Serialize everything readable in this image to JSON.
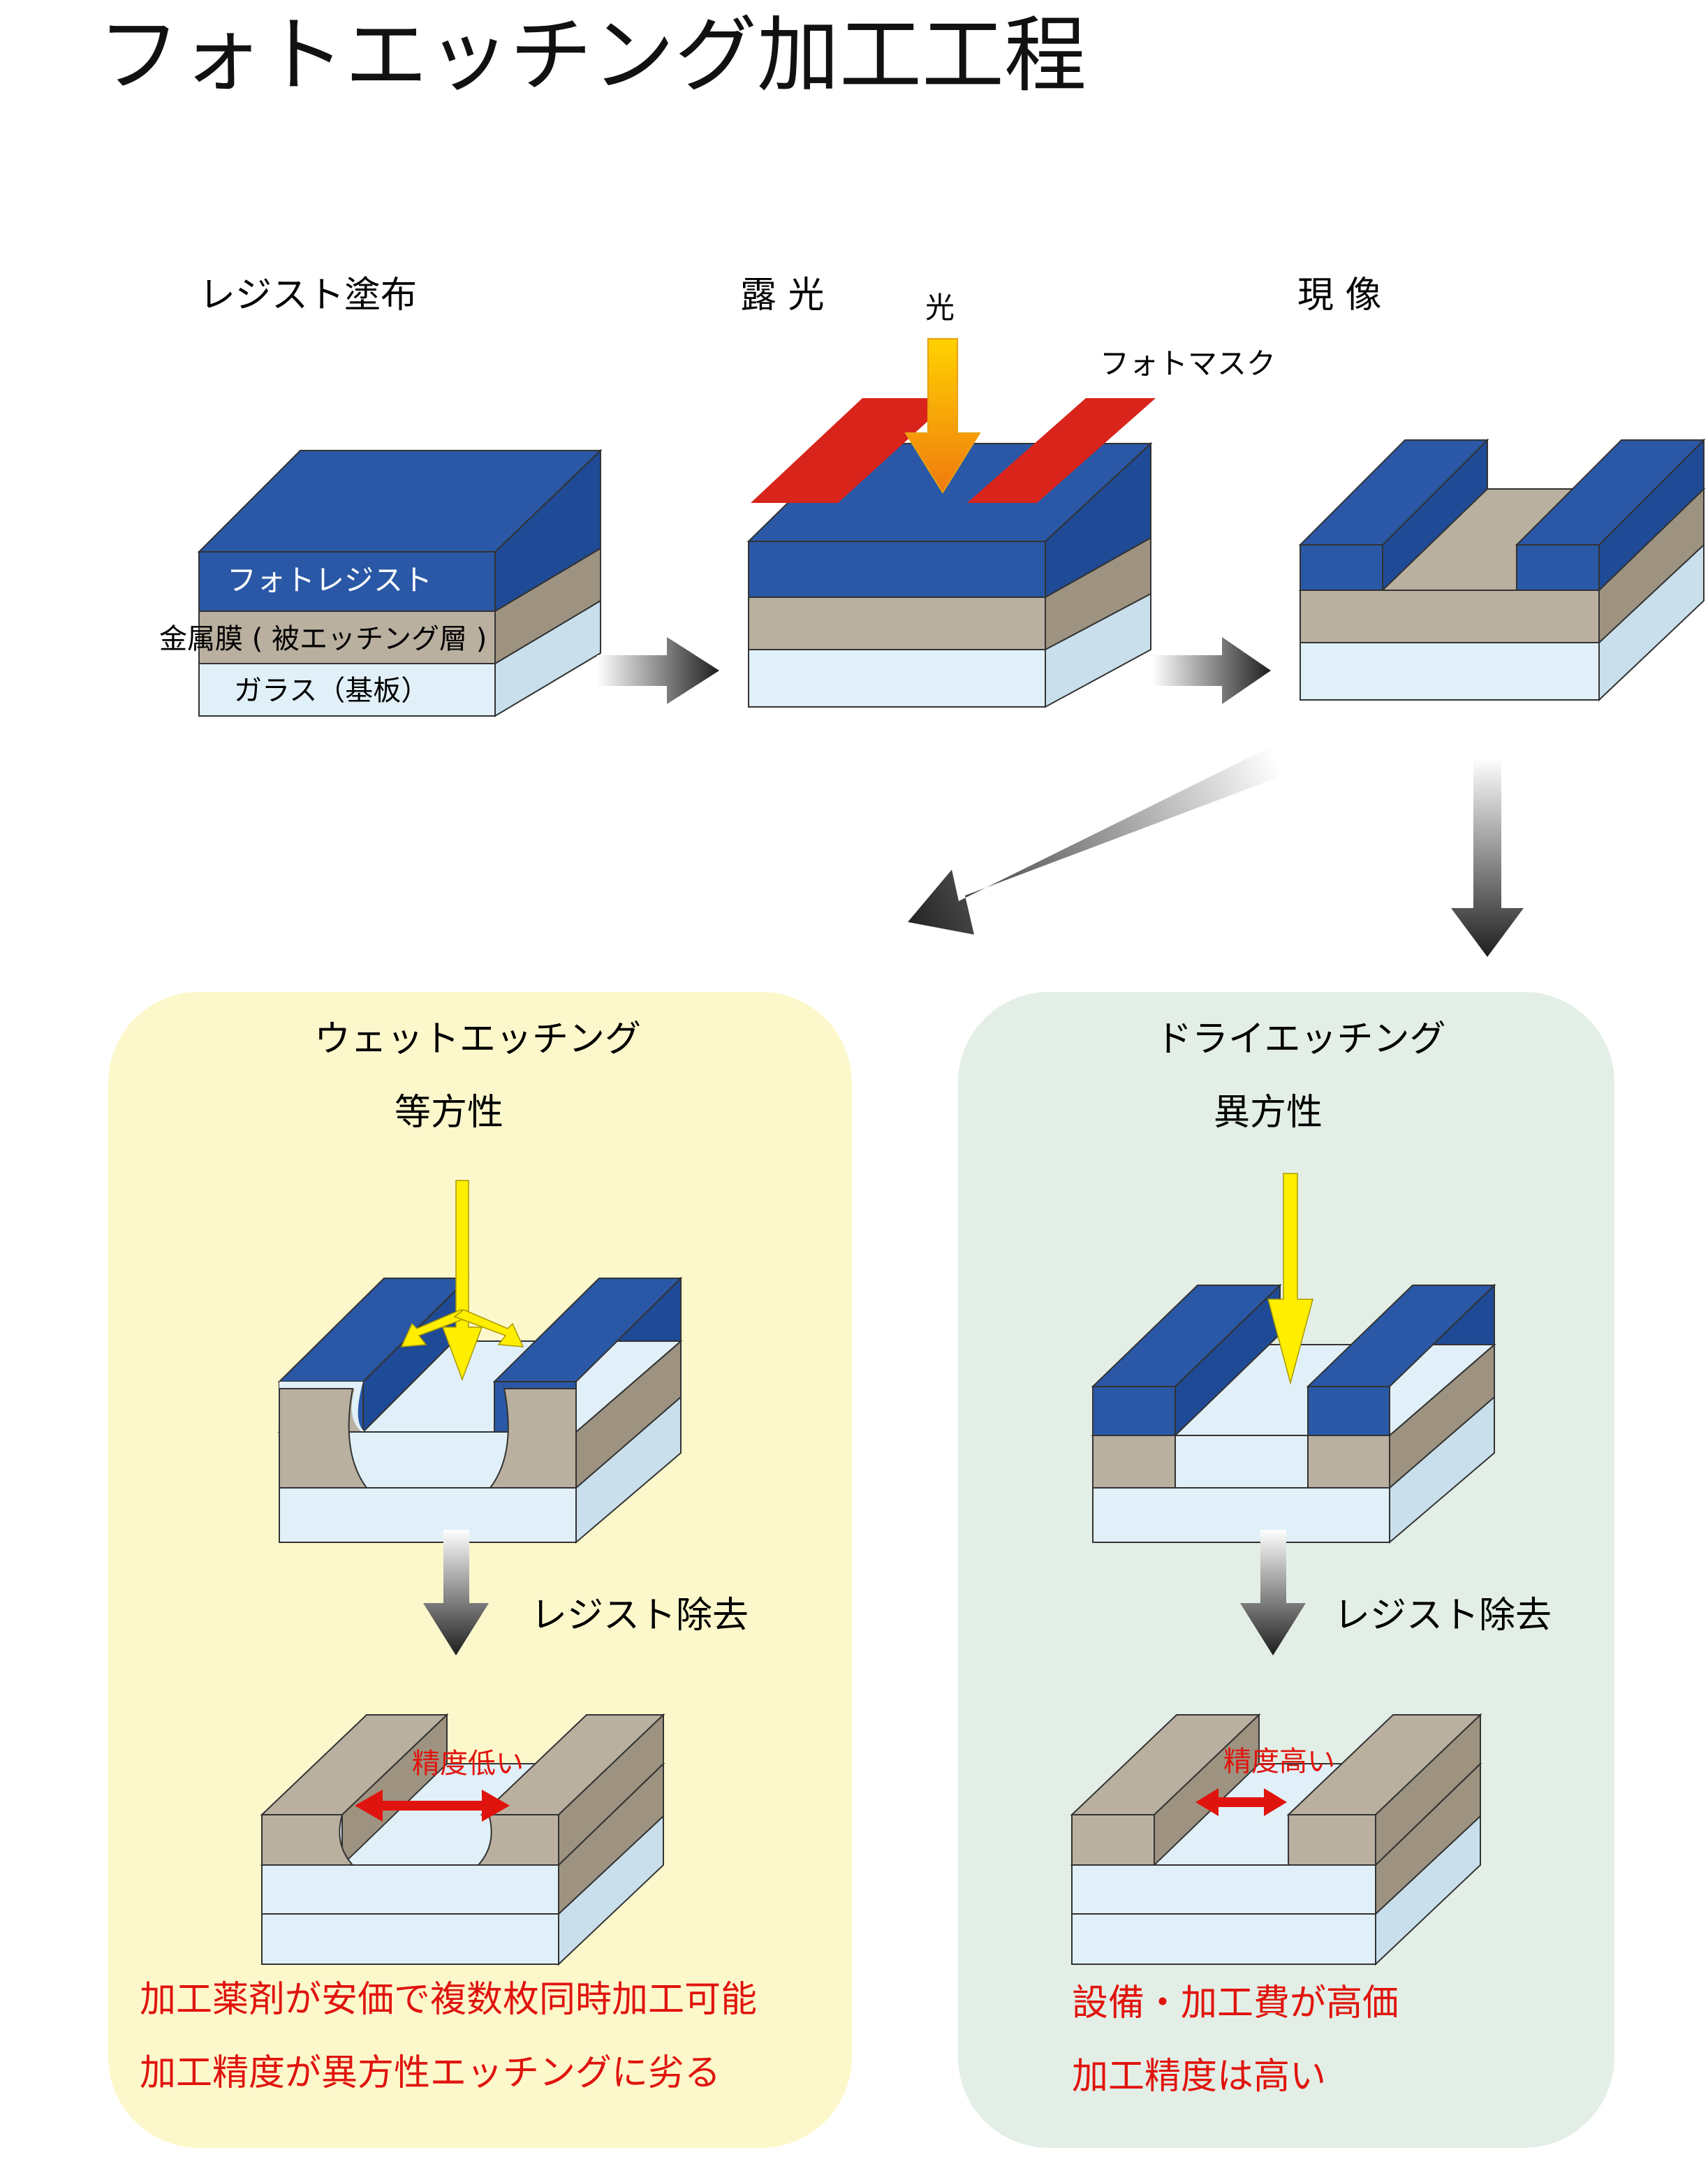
{
  "title": "フォトエッチング加工工程",
  "steps": {
    "coating": "レジスト塗布",
    "exposure": "露 光",
    "light": "光",
    "photomask": "フォトマスク",
    "develop": "現 像"
  },
  "layers": {
    "photoresist": "フォトレジスト",
    "metal": "金属膜 ( 被エッチング層 )",
    "glass": "ガラス（基板）"
  },
  "wet": {
    "title": "ウェットエッチング",
    "property": "等方性",
    "removal": "レジスト除去",
    "precision": "精度低い",
    "note1": "加工薬剤が安価で複数枚同時加工可能",
    "note2": "加工精度が異方性エッチングに劣る"
  },
  "dry": {
    "title": "ドライエッチング",
    "property": "異方性",
    "removal": "レジスト除去",
    "precision": "精度高い",
    "note1": "設備・加工費が高価",
    "note2": "加工精度は高い"
  },
  "colors": {
    "resist_front": "#2a58a6",
    "metal_front": "#bab0a0",
    "glass_front": "#e1f0f8",
    "mask": "#d8241a",
    "arrow_yellow": "#ffee00",
    "wet_panel": "#fdf8cc",
    "dry_panel": "#e3efe6",
    "red_text": "#e0140e"
  }
}
